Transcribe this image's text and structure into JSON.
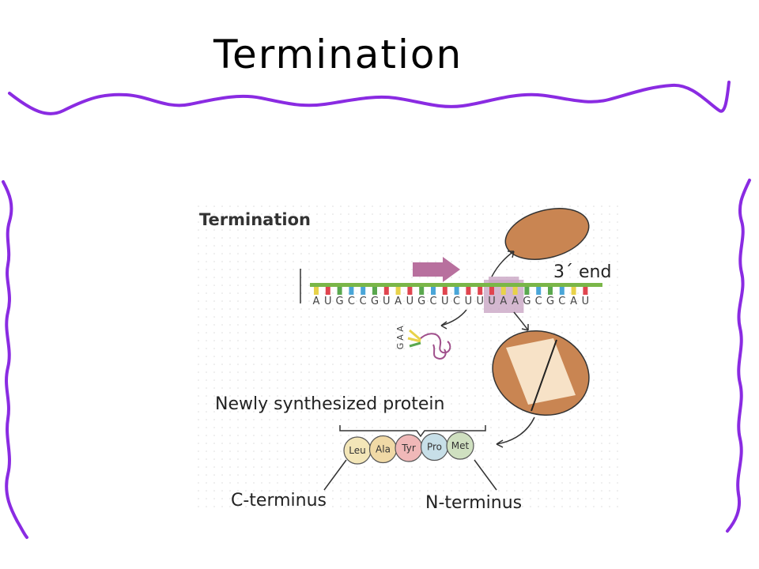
{
  "slide": {
    "title": "Termination",
    "border_color": "#8a2be2"
  },
  "diagram": {
    "title": "Termination",
    "three_prime_label": "3´ end",
    "sequence": [
      "A",
      "U",
      "G",
      "C",
      "C",
      "G",
      "U",
      "A",
      "U",
      "G",
      "C",
      "U",
      "C",
      "U",
      "U",
      "U",
      "A",
      "A",
      "G",
      "C",
      "G",
      "C",
      "A",
      "U"
    ],
    "stop_codon_index_start": 15,
    "stop_codon_length": 3,
    "nucleotide_colors": {
      "A": "#e8d24a",
      "U": "#e0454f",
      "G": "#5aa84f",
      "C": "#4aa6d8"
    },
    "anticodon": [
      "G",
      "A",
      "A"
    ],
    "protein_label": "Newly synthesized protein",
    "amino_acids": [
      {
        "name": "Leu",
        "color": "#f3e6b8"
      },
      {
        "name": "Ala",
        "color": "#f0d9a6"
      },
      {
        "name": "Tyr",
        "color": "#f0b8b8"
      },
      {
        "name": "Pro",
        "color": "#c7dfe8"
      },
      {
        "name": "Met",
        "color": "#cfe0c0"
      }
    ],
    "c_terminus_label": "C-terminus",
    "n_terminus_label": "N-terminus",
    "ribosome_color": "#c98552",
    "ribosome_light": "#f7e2c7",
    "arrow_color": "#b07aa0"
  }
}
